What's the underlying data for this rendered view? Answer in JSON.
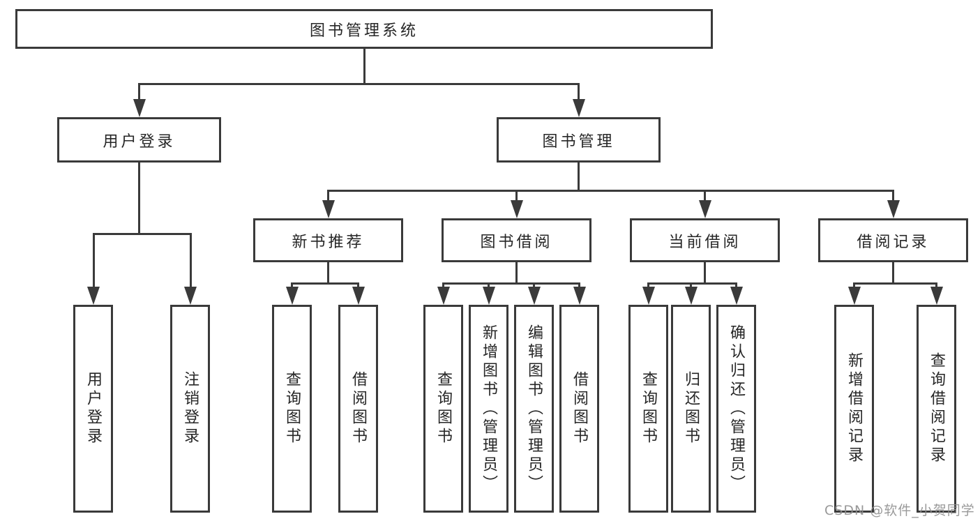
{
  "diagram": {
    "root": "图书管理系统",
    "level2": [
      "用户登录",
      "图书管理"
    ],
    "level3": [
      "新书推荐",
      "图书借阅",
      "当前借阅",
      "借阅记录"
    ],
    "leaves": {
      "user_login": [
        "用户登录",
        "注销登录"
      ],
      "new_book": [
        "查询图书",
        "借阅图书"
      ],
      "book_borrow": [
        "查询图书",
        "新增图书（管理员）",
        "编辑图书（管理员）",
        "借阅图书"
      ],
      "current_borrow": [
        "查询图书",
        "归还图书",
        "确认归还（管理员）"
      ],
      "borrow_record": [
        "新增借阅记录",
        "查询借阅记录"
      ]
    }
  },
  "watermark": "CSDN @软件_小贺同学",
  "colors": {
    "line": "#3a3a3a",
    "text": "#262626",
    "watermark_gray": "#8f8f8f",
    "background": "#ffffff"
  }
}
